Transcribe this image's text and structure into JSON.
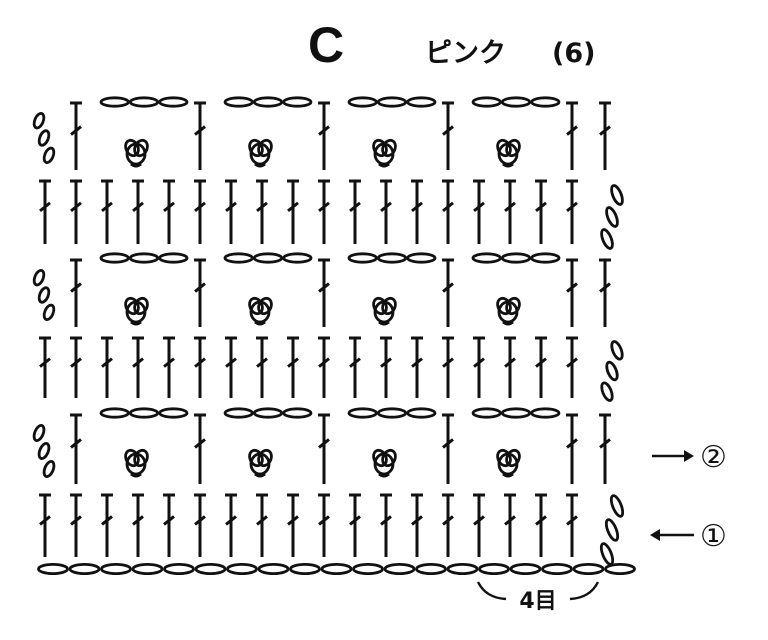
{
  "title": {
    "letter": "C",
    "color_name": "ピンク",
    "color_number": "(6)"
  },
  "stitch_count_label": "4目",
  "row_markers": [
    {
      "label": "②",
      "direction": "right"
    },
    {
      "label": "①",
      "direction": "left"
    }
  ],
  "colors": {
    "ink": "#111111",
    "background": "#ffffff"
  },
  "icons": [
    "double-crochet-symbol",
    "chain-stitch-symbol",
    "popcorn-stitch-symbol",
    "arrow-right-icon",
    "arrow-left-icon"
  ]
}
